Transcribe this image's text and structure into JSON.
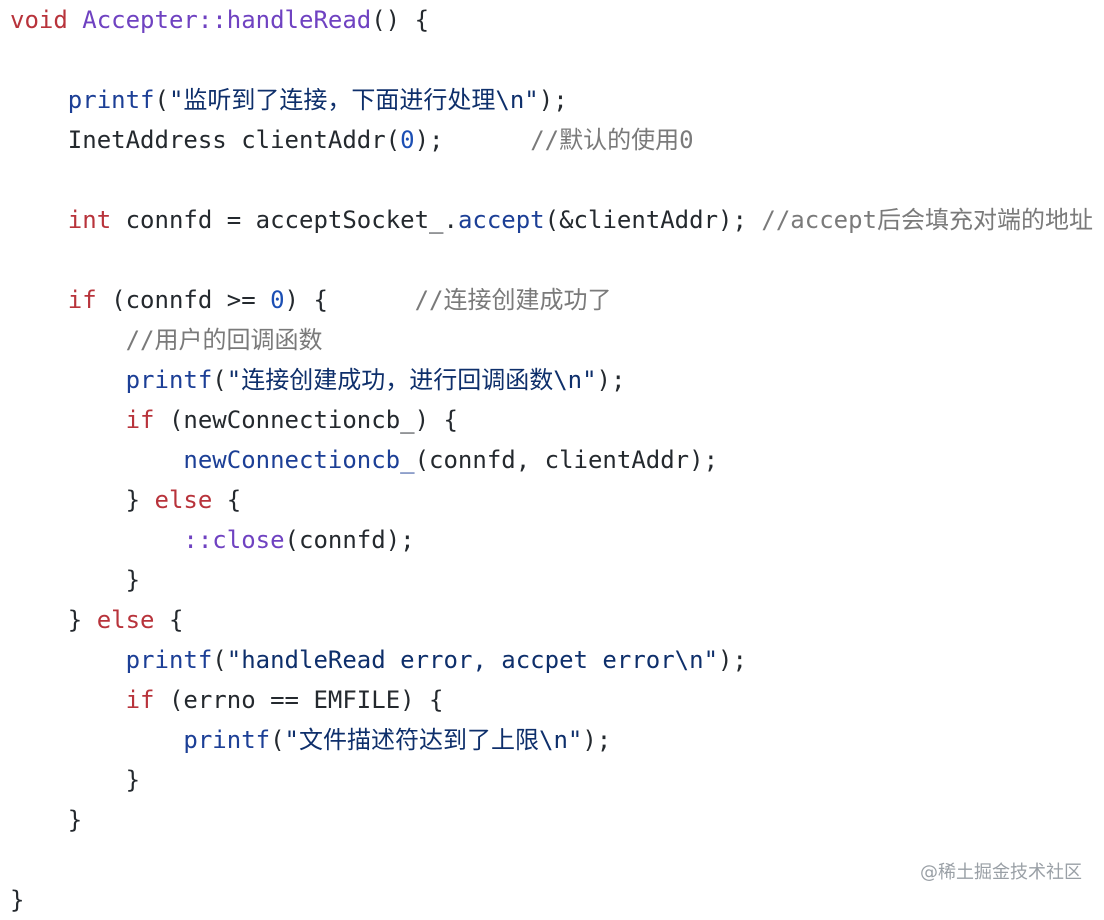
{
  "colors": {
    "background": "#ffffff",
    "keyword": "#b8333b",
    "function_name": "#6f42c1",
    "call": "#1c3f96",
    "string": "#0e2f6b",
    "number": "#1c4fb4",
    "comment": "#7a7a7a",
    "plain": "#24292e"
  },
  "code": {
    "lines": [
      [
        {
          "t": "kw",
          "v": "void"
        },
        {
          "t": "pl",
          "v": " "
        },
        {
          "t": "fn",
          "v": "Accepter::handleRead"
        },
        {
          "t": "pl",
          "v": "() {"
        }
      ],
      [],
      [
        {
          "t": "pl",
          "v": "    "
        },
        {
          "t": "call",
          "v": "printf"
        },
        {
          "t": "pl",
          "v": "("
        },
        {
          "t": "str",
          "v": "\"监听到了连接，下面进行处理\\n\""
        },
        {
          "t": "pl",
          "v": ");"
        }
      ],
      [
        {
          "t": "pl",
          "v": "    InetAddress clientAddr("
        },
        {
          "t": "num",
          "v": "0"
        },
        {
          "t": "pl",
          "v": ");      "
        },
        {
          "t": "cm",
          "v": "//默认的使用0"
        }
      ],
      [],
      [
        {
          "t": "pl",
          "v": "    "
        },
        {
          "t": "kw",
          "v": "int"
        },
        {
          "t": "pl",
          "v": " connfd = acceptSocket_."
        },
        {
          "t": "call",
          "v": "accept"
        },
        {
          "t": "pl",
          "v": "(&clientAddr); "
        },
        {
          "t": "cm",
          "v": "//accept后会填充对端的地址"
        }
      ],
      [],
      [
        {
          "t": "pl",
          "v": "    "
        },
        {
          "t": "kw",
          "v": "if"
        },
        {
          "t": "pl",
          "v": " (connfd >= "
        },
        {
          "t": "num",
          "v": "0"
        },
        {
          "t": "pl",
          "v": ") {      "
        },
        {
          "t": "cm",
          "v": "//连接创建成功了"
        }
      ],
      [
        {
          "t": "pl",
          "v": "        "
        },
        {
          "t": "cm",
          "v": "//用户的回调函数"
        }
      ],
      [
        {
          "t": "pl",
          "v": "        "
        },
        {
          "t": "call",
          "v": "printf"
        },
        {
          "t": "pl",
          "v": "("
        },
        {
          "t": "str",
          "v": "\"连接创建成功，进行回调函数\\n\""
        },
        {
          "t": "pl",
          "v": ");"
        }
      ],
      [
        {
          "t": "pl",
          "v": "        "
        },
        {
          "t": "kw",
          "v": "if"
        },
        {
          "t": "pl",
          "v": " (newConnectioncb_) {"
        }
      ],
      [
        {
          "t": "pl",
          "v": "            "
        },
        {
          "t": "call",
          "v": "newConnectioncb_"
        },
        {
          "t": "pl",
          "v": "(connfd, clientAddr);"
        }
      ],
      [
        {
          "t": "pl",
          "v": "        } "
        },
        {
          "t": "kw",
          "v": "else"
        },
        {
          "t": "pl",
          "v": " {"
        }
      ],
      [
        {
          "t": "pl",
          "v": "            "
        },
        {
          "t": "fn",
          "v": "::close"
        },
        {
          "t": "pl",
          "v": "(connfd);"
        }
      ],
      [
        {
          "t": "pl",
          "v": "        }"
        }
      ],
      [
        {
          "t": "pl",
          "v": "    } "
        },
        {
          "t": "kw",
          "v": "else"
        },
        {
          "t": "pl",
          "v": " {"
        }
      ],
      [
        {
          "t": "pl",
          "v": "        "
        },
        {
          "t": "call",
          "v": "printf"
        },
        {
          "t": "pl",
          "v": "("
        },
        {
          "t": "str",
          "v": "\"handleRead error, accpet error\\n\""
        },
        {
          "t": "pl",
          "v": ");"
        }
      ],
      [
        {
          "t": "pl",
          "v": "        "
        },
        {
          "t": "kw",
          "v": "if"
        },
        {
          "t": "pl",
          "v": " (errno == EMFILE) {"
        }
      ],
      [
        {
          "t": "pl",
          "v": "            "
        },
        {
          "t": "call",
          "v": "printf"
        },
        {
          "t": "pl",
          "v": "("
        },
        {
          "t": "str",
          "v": "\"文件描述符达到了上限\\n\""
        },
        {
          "t": "pl",
          "v": ");"
        }
      ],
      [
        {
          "t": "pl",
          "v": "        }"
        }
      ],
      [
        {
          "t": "pl",
          "v": "    }"
        }
      ],
      [],
      [
        {
          "t": "pl",
          "v": "}"
        }
      ]
    ]
  },
  "watermark": {
    "text": "@稀土掘金技术社区"
  }
}
